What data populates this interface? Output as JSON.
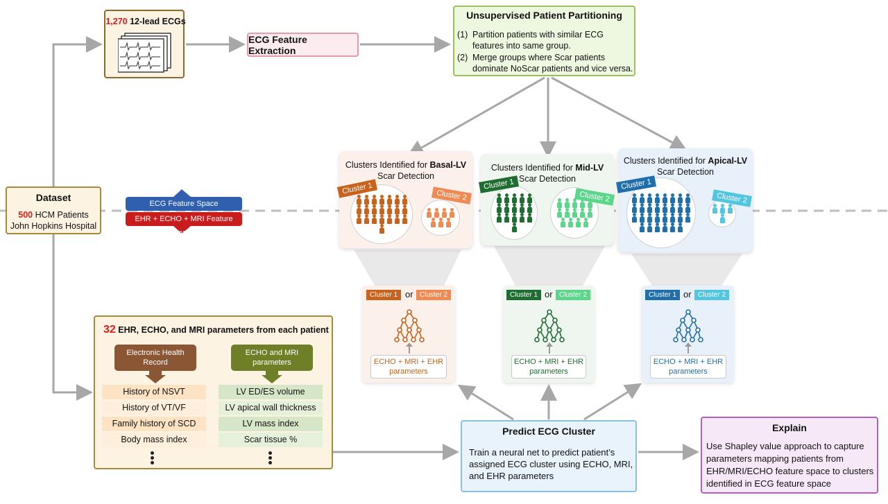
{
  "ecg": {
    "count": "1,270",
    "label": "12-lead ECGs"
  },
  "feature_extraction": "ECG Feature Extraction",
  "unsupervised": {
    "title": "Unsupervised Patient Partitioning",
    "items": [
      {
        "num": "(1)",
        "text": "Partition patients with similar ECG features into same group."
      },
      {
        "num": "(2)",
        "text": "Merge groups where Scar patients dominate NoScar patients and vice versa."
      }
    ]
  },
  "dataset": {
    "title": "Dataset",
    "count": "500",
    "line1_rest": "HCM Patients",
    "line2": "John Hopkins Hospital"
  },
  "feature_space": {
    "ecg": "ECG Feature Space",
    "clinical": "EHR + ECHO + MRI Feature Space"
  },
  "colors": {
    "basal": "#c8621c",
    "basal_light": "#ee8a52",
    "mid": "#1f6e31",
    "mid_light": "#5bd68a",
    "apical": "#1f6fad",
    "apical_light": "#52c6df",
    "red": "#e01b1b",
    "gray_arrow": "#a7a7a7"
  },
  "clusters": [
    {
      "prefix": "Clusters Identified for ",
      "region": "Basal-LV",
      "suffix": "Scar Detection",
      "c1": "Cluster 1",
      "c2": "Cluster 2"
    },
    {
      "prefix": "Clusters Identified for ",
      "region": "Mid-LV",
      "suffix": "Scar Detection",
      "c1": "Cluster 1",
      "c2": "Cluster 2"
    },
    {
      "prefix": "Clusters Identified for ",
      "region": "Apical-LV",
      "suffix": "Scar Detection",
      "c1": "Cluster 1",
      "c2": "Cluster 2"
    }
  ],
  "nn": {
    "or": "or",
    "params": "ECHO + MRI + EHR parameters",
    "c1": "Cluster 1",
    "c2": "Cluster 2"
  },
  "params": {
    "count": "32",
    "title_rest": "EHR, ECHO, and MRI parameters from each patient",
    "ehr_head": "Electronic Health Record",
    "imaging_head": "ECHO and MRI parameters",
    "ehr_items": [
      "History of NSVT",
      "History of VT/VF",
      "Family history of SCD",
      "Body mass index"
    ],
    "imaging_items": [
      "LV ED/ES volume",
      "LV apical wall thickness",
      "LV mass index",
      "Scar tissue %"
    ]
  },
  "predict": {
    "title": "Predict ECG Cluster",
    "body": "Train a neural net to predict patient’s assigned ECG cluster using ECHO, MRI, and EHR parameters"
  },
  "explain": {
    "title": "Explain",
    "body": "Use Shapley value approach to capture parameters mapping patients from EHR/MRI/ECHO feature space to clusters identified in ECG feature space"
  }
}
